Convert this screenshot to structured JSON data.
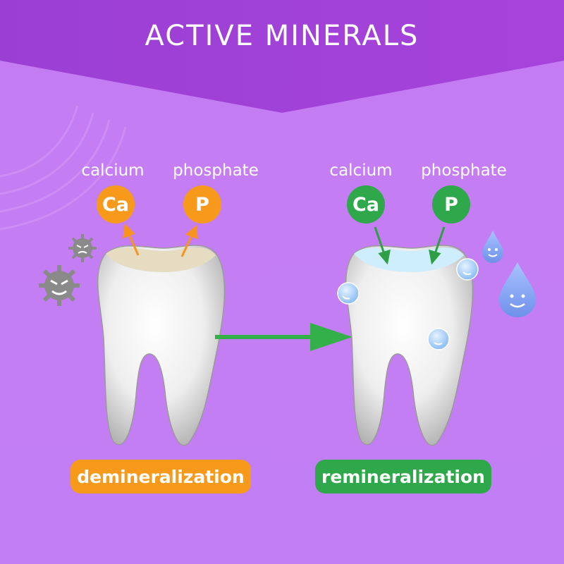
{
  "title": "ACTIVE MINERALS",
  "colors": {
    "header": "#a23fd6",
    "background": "#c175f0",
    "orange": "#f79a1c",
    "green": "#2ea84a",
    "water": "#8aa8f2"
  },
  "left": {
    "calcium_label": "calcium",
    "calcium_symbol": "Ca",
    "phosphate_label": "phosphate",
    "phosphate_symbol": "P",
    "caption": "demineralization"
  },
  "right": {
    "calcium_label": "calcium",
    "calcium_symbol": "Ca",
    "phosphate_label": "phosphate",
    "phosphate_symbol": "P",
    "caption": "remineralization"
  },
  "icons": [
    "germ-icon",
    "water-drop-icon",
    "bubble-icon",
    "tooth-icon",
    "arrow-right-icon"
  ]
}
